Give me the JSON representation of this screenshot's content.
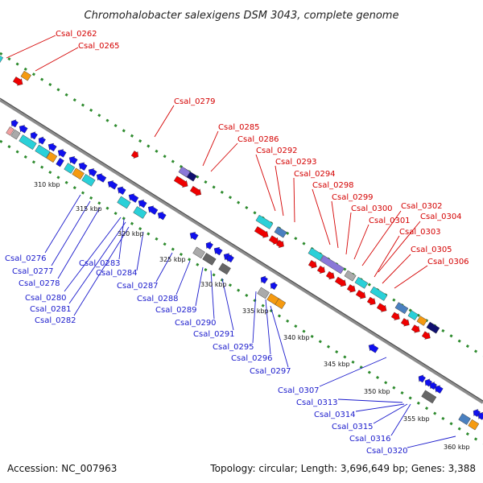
{
  "title": "Chromohalobacter salexigens DSM 3043, complete genome",
  "accession": "Accession: NC_007963",
  "summary": "Topology: circular; Length: 3,696,649 bp; Genes: 3,388",
  "colors": {
    "forward_label": "#d40000",
    "reverse_label": "#1a1acc",
    "backbone": "#8c8c8c",
    "tick_track": "#2e8b2e",
    "red": "#ee0000",
    "blue": "#1010ee",
    "navy": "#101070",
    "cyan": "#2ad0d8",
    "orange": "#f59a10",
    "purple": "#8a78d8",
    "steel": "#4a80c0",
    "gray": "#aaaaaa",
    "dark_gray": "#666666",
    "pink": "#f0a0a0"
  },
  "ticks": [
    "310 kbp",
    "315 kbp",
    "320 kbp",
    "325 kbp",
    "330 kbp",
    "335 kbp",
    "340 kbp",
    "345 kbp",
    "350 kbp",
    "355 kbp",
    "360 kbp"
  ],
  "forward_labels": [
    "Csal_0262",
    "Csal_0265",
    "Csal_0279",
    "Csal_0285",
    "Csal_0286",
    "Csal_0292",
    "Csal_0293",
    "Csal_0294",
    "Csal_0298",
    "Csal_0299",
    "Csal_0300",
    "Csal_0301",
    "Csal_0302",
    "Csal_0303",
    "Csal_0304",
    "Csal_0305",
    "Csal_0306"
  ],
  "reverse_labels": [
    "Csal_0276",
    "Csal_0277",
    "Csal_0278",
    "Csal_0280",
    "Csal_0281",
    "Csal_0282",
    "Csal_0283",
    "Csal_0284",
    "Csal_0287",
    "Csal_0288",
    "Csal_0289",
    "Csal_0290",
    "Csal_0291",
    "Csal_0295",
    "Csal_0296",
    "Csal_0297",
    "Csal_0307",
    "Csal_0313",
    "Csal_0314",
    "Csal_0315",
    "Csal_0316",
    "Csal_0320"
  ]
}
